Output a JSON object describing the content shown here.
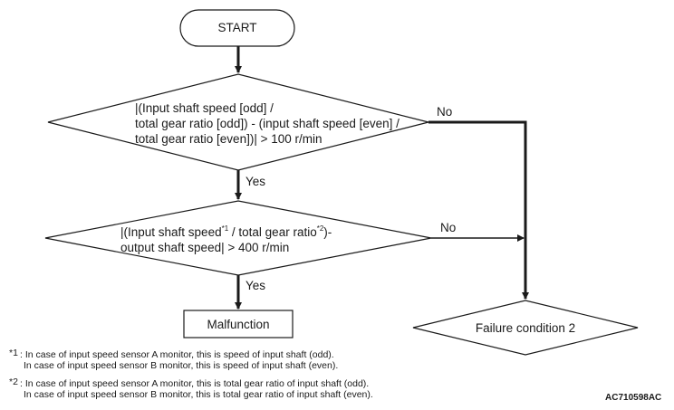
{
  "nodes": {
    "start": "START",
    "decision1": {
      "line1": "|(Input shaft speed [odd] /",
      "line2": "total gear ratio [odd]) - (input shaft speed [even] /",
      "line3": "total gear ratio [even])| > 100 r/min"
    },
    "decision2": {
      "line1_a": "|(Input shaft speed",
      "line1_sup1": "*1",
      "line1_b": " / total gear ratio",
      "line1_sup2": "*2",
      "line1_c": ")-",
      "line2": "output shaft speed| > 400 r/min"
    },
    "malfunction": "Malfunction",
    "failure": "Failure condition 2"
  },
  "edges": {
    "d1_no": "No",
    "d1_yes": "Yes",
    "d2_no": "No",
    "d2_yes": "Yes"
  },
  "footnotes": {
    "n1": {
      "mark": "*1",
      "line1": ": In case of input speed sensor A monitor, this is speed of input shaft (odd).",
      "line2": "In case of input speed sensor B monitor, this is speed of input shaft (even)."
    },
    "n2": {
      "mark": "*2",
      "line1": ": In case of input speed sensor A monitor, this is total gear ratio of input shaft (odd).",
      "line2": "In case of input speed sensor B monitor, this is total gear ratio of input shaft (even)."
    }
  },
  "figure_code": "AC710598AC"
}
